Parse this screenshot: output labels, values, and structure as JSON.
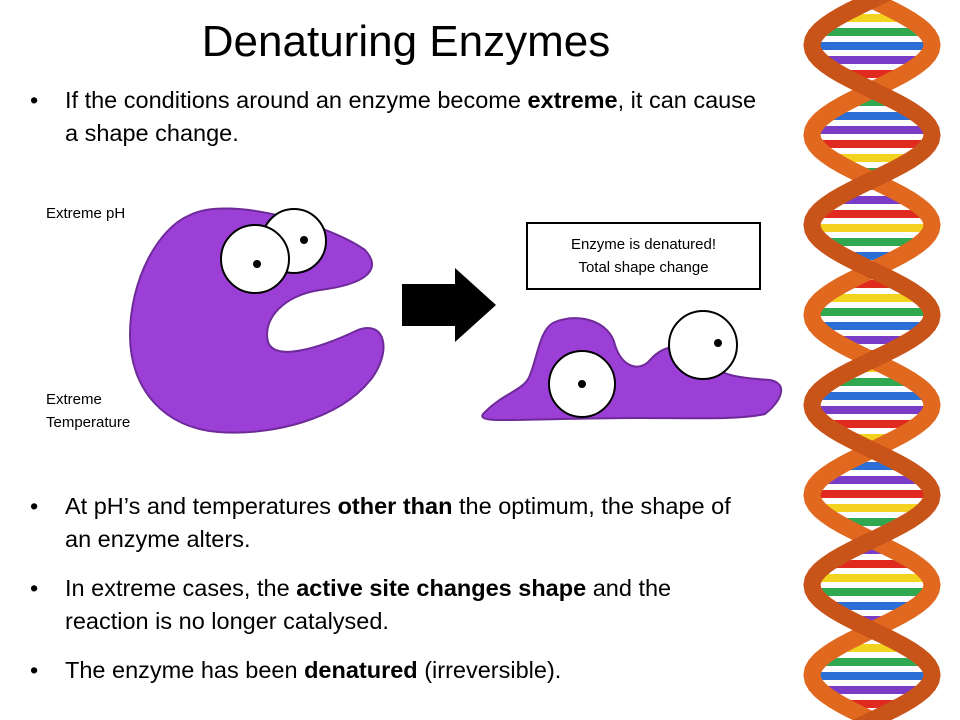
{
  "slide": {
    "title": "Denaturing Enzymes",
    "bullet_char": "•",
    "bullets": [
      {
        "parts": [
          "If the conditions around an enzyme become ",
          "extreme",
          ", it can cause a shape change."
        ]
      },
      {
        "parts": [
          "At pH’s and temperatures ",
          "other than",
          " the optimum, the shape of an enzyme alters."
        ]
      },
      {
        "parts": [
          "In extreme cases, the ",
          "active site changes shape",
          " and the reaction is no longer catalysed."
        ]
      },
      {
        "parts": [
          "The enzyme has been ",
          "denatured",
          " (irreversible)."
        ]
      }
    ]
  },
  "diagram": {
    "label_ph": "Extreme pH",
    "label_temp_line1": "Extreme",
    "label_temp_line2": "Temperature",
    "note_line1": "Enzyme is denatured!",
    "note_line2": "Total shape change"
  },
  "colors": {
    "enzyme": "#9b3fd6",
    "enzyme_outline": "#6e2a99",
    "arrow": "#000000",
    "eye_fill": "#ffffff",
    "dna_strand": "#e0681f",
    "dna_rungs": [
      "#e02a1f",
      "#f4d320",
      "#2fa84f",
      "#2b6fd6",
      "#7a3bc6"
    ]
  },
  "icons": {
    "arrow": "right-arrow-icon",
    "background": "dna-helix-image"
  }
}
